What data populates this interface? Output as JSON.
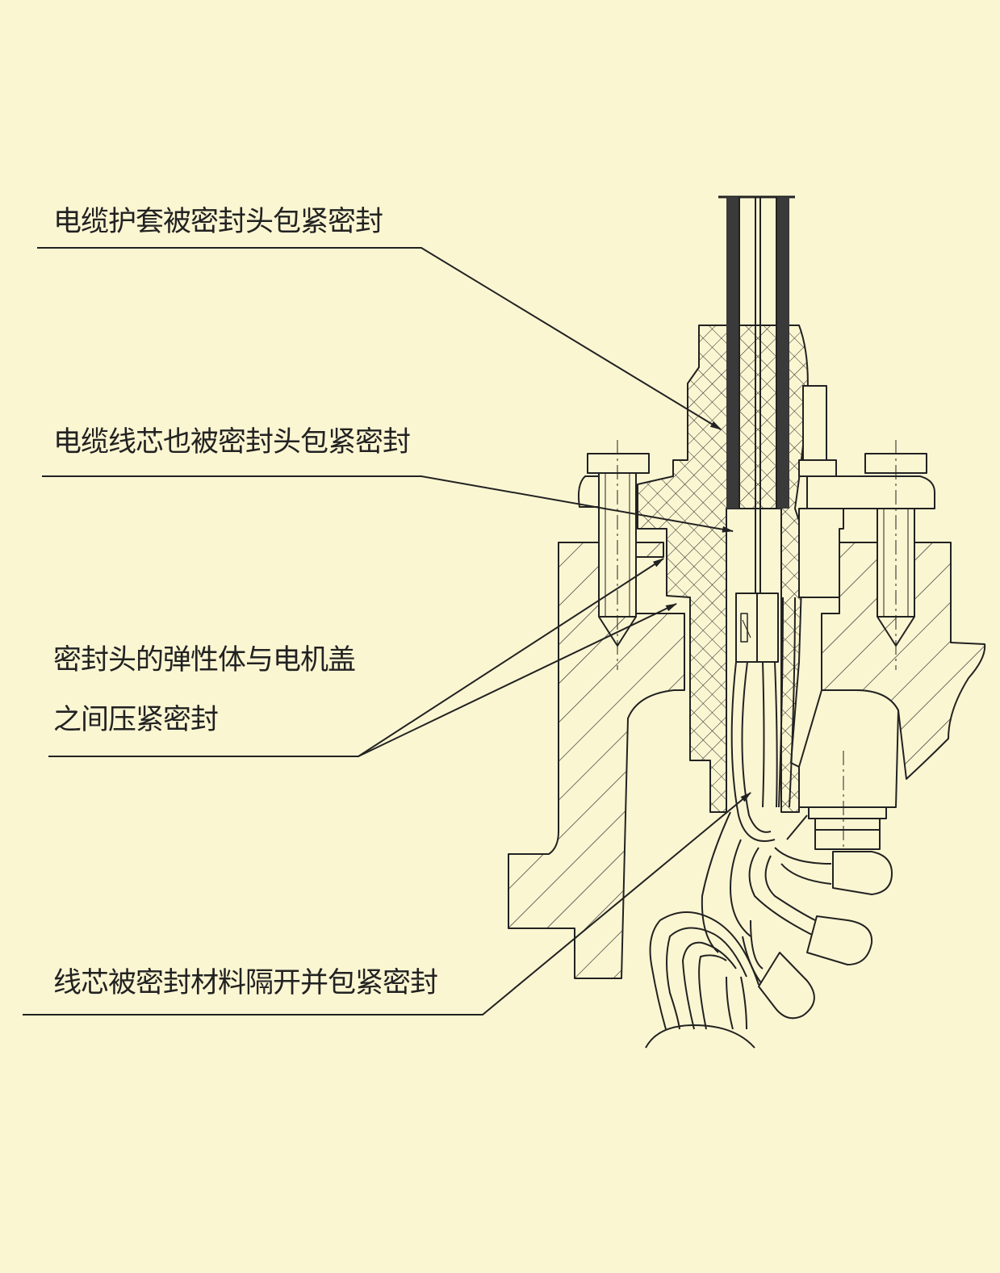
{
  "colors": {
    "background": "#fbf6d2",
    "ink": "#222222",
    "jacket": "#3a3a3a"
  },
  "labels": {
    "jacket_seal": "电缆护套被密封头包紧密封",
    "core_seal": "电缆线芯也被密封头包紧密封",
    "elastomer_line1": "密封头的弹性体与电机盖",
    "elastomer_line2": "之间压紧密封",
    "core_separation": "线芯被密封材料隔开并包紧密封"
  }
}
